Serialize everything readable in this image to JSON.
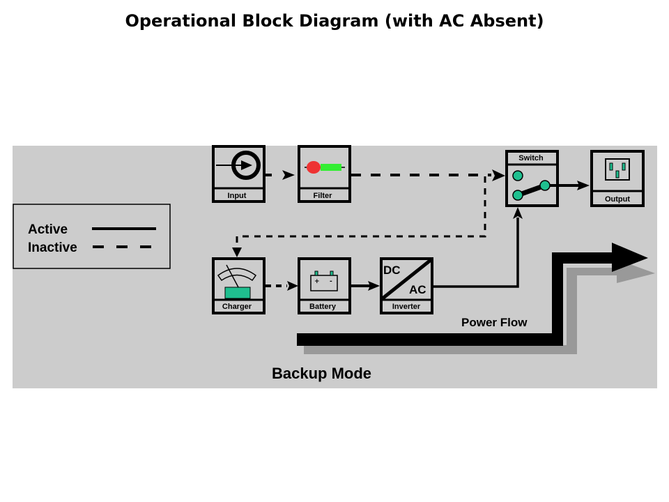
{
  "title": "Operational Block Diagram (with AC Absent)",
  "diagram": {
    "mode_label": "Backup Mode",
    "power_flow_label": "Power Flow",
    "legend": {
      "active_label": "Active",
      "inactive_label": "Inactive"
    },
    "blocks": {
      "input": "Input",
      "filter": "Filter",
      "switch": "Switch",
      "output": "Output",
      "charger": "Charger",
      "battery": "Battery",
      "inverter": "Inverter",
      "inverter_dc": "DC",
      "inverter_ac": "AC",
      "battery_plus": "+",
      "battery_minus": "-"
    },
    "connections": [
      {
        "from": "Input",
        "to": "Filter",
        "state": "inactive"
      },
      {
        "from": "Filter",
        "to": "Switch",
        "state": "inactive"
      },
      {
        "from": "Filter",
        "to": "Charger",
        "state": "inactive"
      },
      {
        "from": "Charger",
        "to": "Battery",
        "state": "inactive"
      },
      {
        "from": "Battery",
        "to": "Inverter",
        "state": "active"
      },
      {
        "from": "Inverter",
        "to": "Switch",
        "state": "active"
      },
      {
        "from": "Switch",
        "to": "Output",
        "state": "active"
      }
    ],
    "colors": {
      "panel_bg": "#cccccc",
      "node_teal": "#1fbf8f",
      "filter_red": "#ee3333",
      "filter_green": "#33ee33",
      "shadow": "#999999"
    }
  }
}
